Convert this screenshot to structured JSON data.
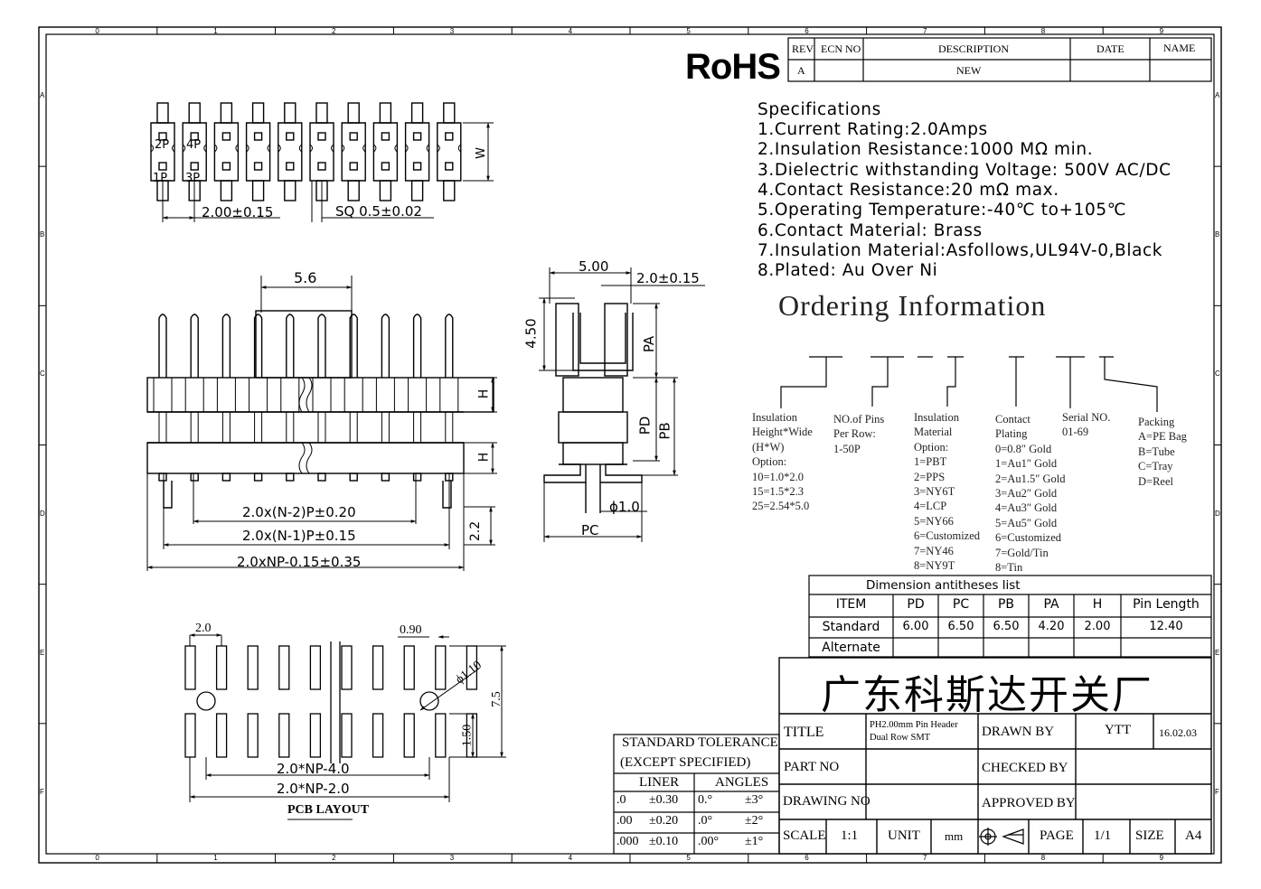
{
  "frame": {
    "col_ticks": [
      "0",
      "1",
      "2",
      "3",
      "4",
      "5",
      "6",
      "7",
      "8",
      "9"
    ],
    "row_ticks": [
      "A",
      "B",
      "C",
      "D",
      "E",
      "F"
    ]
  },
  "rohs": "RoHS",
  "revision_table": {
    "headers": [
      "REV",
      "ECN NO",
      "DESCRIPTION",
      "DATE",
      "NAME"
    ],
    "row": [
      "A",
      "",
      "NEW",
      "",
      ""
    ]
  },
  "specifications": {
    "heading": "Specifications",
    "items": [
      "1.Current  Rating:2.0Amps",
      "2.Insulation  Resistance:1000  MΩ  min.",
      "3.Dielectric  withstanding  Voltage:   500V AC/DC",
      "4.Contact  Resistance:20  mΩ  max.",
      "5.Operating  Temperature:-40℃  to+105℃",
      "6.Contact  Material:  Brass",
      "7.Insulation  Material:Asfollows,UL94V-0,Black",
      "8.Plated:  Au  Over  Ni"
    ]
  },
  "ordering": {
    "heading": "Ordering  Information",
    "insulation_hw": [
      "Insulation",
      "Height*Wide",
      "(H*W)",
      "Option:",
      "10=1.0*2.0",
      "15=1.5*2.3",
      "25=2.54*5.0"
    ],
    "pins_per_row": [
      "NO.of Pins",
      "Per Row:",
      "1-50P"
    ],
    "insulation_material": [
      "Insulation",
      "Material",
      "Option:",
      "1=PBT",
      "2=PPS",
      "3=NY6T",
      "4=LCP",
      "5=NY66",
      "6=Customized",
      "7=NY46",
      "8=NY9T"
    ],
    "contact_plating": [
      "Contact",
      "Plating",
      "0=0.8″ Gold",
      "1=Au1″ Gold",
      "2=Au1.5″ Gold",
      "3=Au2″ Gold",
      "4=Au3″ Gold",
      "5=Au5″ Gold",
      "6=Customized",
      "7=Gold/Tin",
      "8=Tin"
    ],
    "serial": [
      "Serial NO.",
      "01-69"
    ],
    "packing": [
      "Packing",
      "A=PE Bag",
      "B=Tube",
      "C=Tray",
      "D=Reel"
    ]
  },
  "dimension_table": {
    "title": "Dimension antitheses list",
    "headers": [
      "ITEM",
      "PD",
      "PC",
      "PB",
      "PA",
      "H",
      "Pin Length"
    ],
    "rows": [
      [
        "Standard",
        "6.00",
        "6.50",
        "6.50",
        "4.20",
        "2.00",
        "12.40"
      ],
      [
        "Alternate",
        "",
        "",
        "",
        "",
        "",
        ""
      ]
    ]
  },
  "top_view": {
    "pin_labels": [
      "2P",
      "4P",
      "1P",
      "3P"
    ],
    "pitch": "2.00±0.15",
    "sq": "SQ  0.5±0.02",
    "w": "W"
  },
  "front_view": {
    "top_dim": "5.6",
    "h1": "H",
    "h2": "H",
    "dim1": "2.0x(N-2)P±0.20",
    "dim2": "2.0x(N-1)P±0.15",
    "dim3": "2.0xNP-0.15±0.35",
    "dim_side": "2.2"
  },
  "side_view": {
    "d500": "5.00",
    "d20": "2.0±0.15",
    "d450": "4.50",
    "pa": "PA",
    "pd": "PD",
    "pb": "PB",
    "phi": "ϕ1.0",
    "pc": "PC"
  },
  "pcb": {
    "d20": "2.0",
    "d090": "0.90",
    "d110": "ϕ1.10",
    "d75": "7.5",
    "d150": "1.50",
    "np4": "2.0*NP-4.0",
    "np2": "2.0*NP-2.0",
    "title": "PCB LAYOUT"
  },
  "tolerance": {
    "title1": "STANDARD  TOLERANCE",
    "title2": "(EXCEPT   SPECIFIED)",
    "liner": "LINER",
    "angles": "ANGLES",
    "rows": [
      [
        ".0",
        "±0.30",
        "0.°",
        "±3°"
      ],
      [
        ".00",
        "±0.20",
        ".0°",
        "±2°"
      ],
      [
        ".000",
        "±0.10",
        ".00°",
        "±1°"
      ]
    ]
  },
  "title_block": {
    "company": "广东科斯达开关厂",
    "title_label": "TITLE",
    "title_value_1": "PH2.00mm Pin Header",
    "title_value_2": "Dual Row SMT",
    "drawn_by_label": "DRAWN BY",
    "drawn_by": "YTT",
    "date": "16.02.03",
    "part_no_label": "PART NO",
    "checked_by_label": "CHECKED BY",
    "drawing_no_label": "DRAWING NO",
    "approved_by_label": "APPROVED BY",
    "scale_label": "SCALE",
    "scale": "1:1",
    "unit_label": "UNIT",
    "unit": "mm",
    "page_label": "PAGE",
    "page": "1/1",
    "size_label": "SIZE",
    "size": "A4"
  }
}
